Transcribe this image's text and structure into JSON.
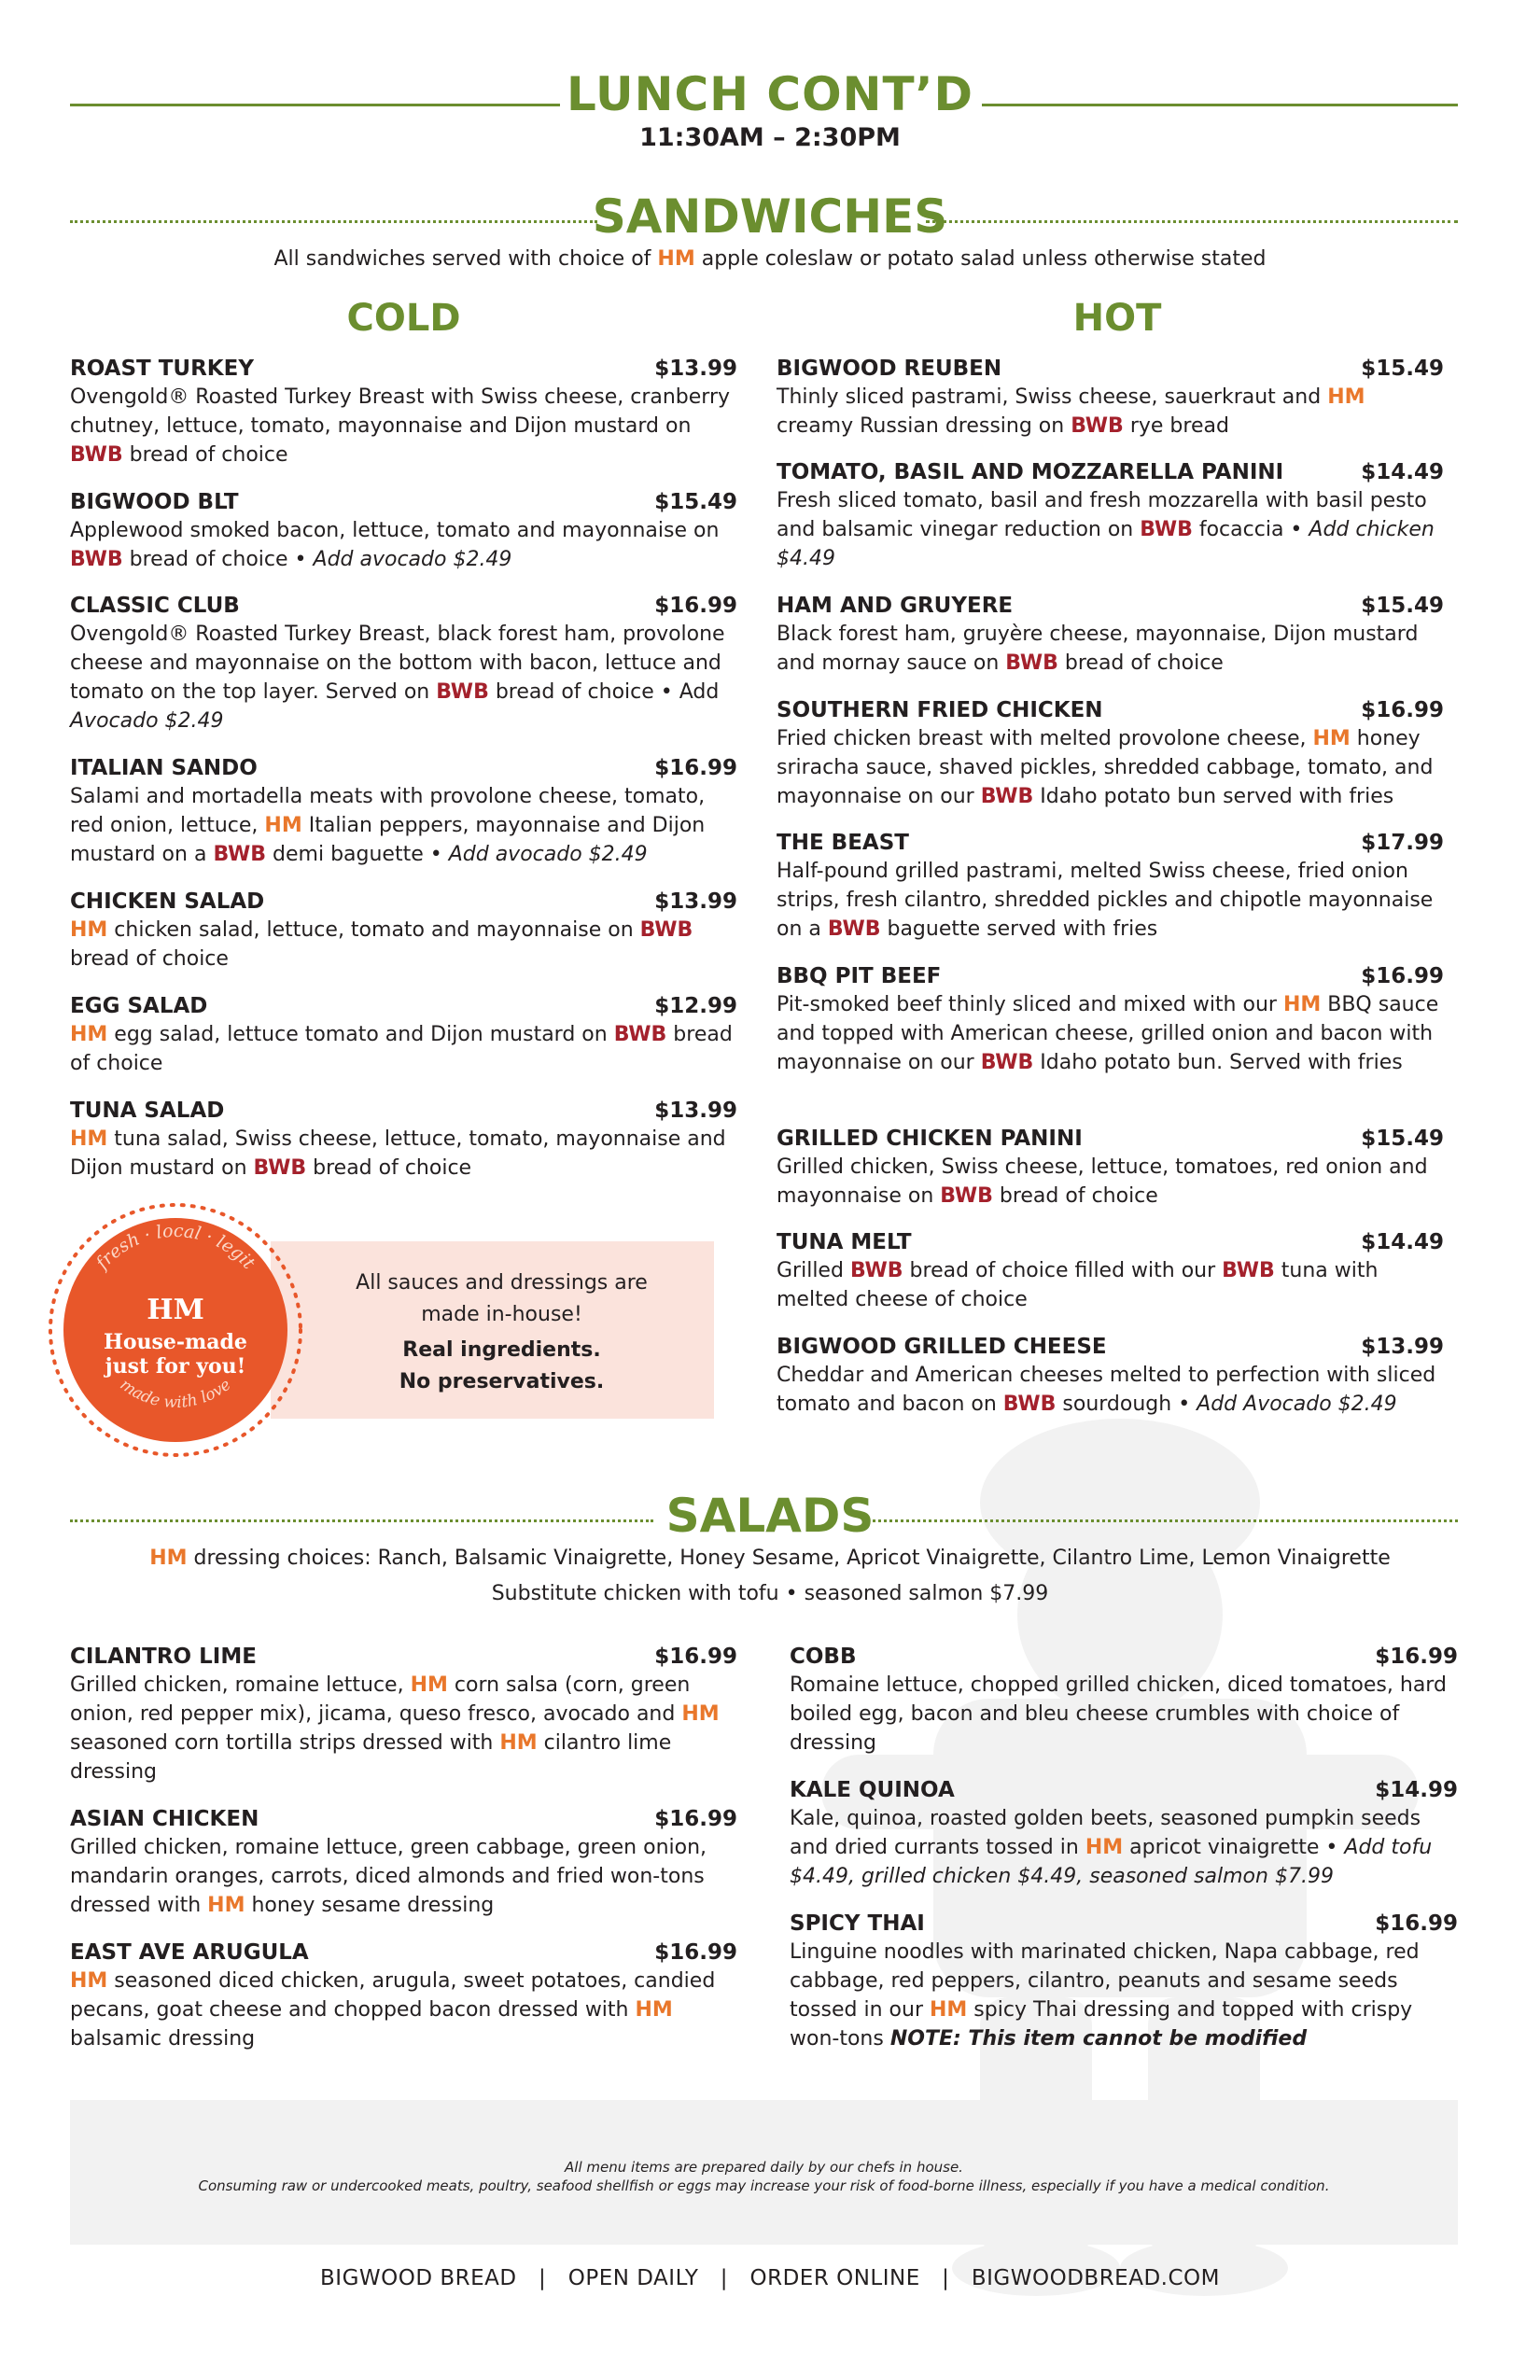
{
  "header": {
    "title": "LUNCH CONT’D",
    "hours": "11:30AM – 2:30PM"
  },
  "sandwiches": {
    "title": "SANDWICHES",
    "note_pre": "All sandwiches served with choice of ",
    "note_hm": "HM",
    "note_post": " apple coleslaw or potato salad unless otherwise stated",
    "cold_title": "COLD",
    "hot_title": "HOT"
  },
  "cold": [
    {
      "name": "ROAST TURKEY",
      "price": "$13.99"
    },
    {
      "name": "BIGWOOD BLT",
      "price": "$15.49"
    },
    {
      "name": "CLASSIC CLUB",
      "price": "$16.99"
    },
    {
      "name": "ITALIAN SANDO",
      "price": "$16.99"
    },
    {
      "name": "CHICKEN SALAD",
      "price": "$13.99"
    },
    {
      "name": "EGG SALAD",
      "price": "$12.99"
    },
    {
      "name": "TUNA SALAD",
      "price": "$13.99"
    }
  ],
  "hot": [
    {
      "name": "BIGWOOD REUBEN",
      "price": "$15.49"
    },
    {
      "name": "TOMATO, BASIL AND MOZZARELLA PANINI",
      "price": "$14.49"
    },
    {
      "name": "HAM AND GRUYERE",
      "price": "$15.49"
    },
    {
      "name": "SOUTHERN FRIED CHICKEN",
      "price": "$16.99"
    },
    {
      "name": "THE BEAST",
      "price": "$17.99"
    },
    {
      "name": "BBQ PIT BEEF",
      "price": "$16.99"
    },
    {
      "name": "GRILLED CHICKEN PANINI",
      "price": "$15.49"
    },
    {
      "name": "TUNA MELT",
      "price": "$14.49"
    },
    {
      "name": "BIGWOOD GRILLED CHEESE",
      "price": "$13.99"
    }
  ],
  "badge": {
    "arc_top": "fresh · local · legit",
    "arc_bottom": "made with love",
    "hm": "HM",
    "line1": "House-made",
    "line2": "just for you!",
    "text1": "All sauces and dressings are",
    "text2": "made in-house!",
    "text3": "Real ingredients.",
    "text4": "No preservatives."
  },
  "salads": {
    "title": "SALADS",
    "note1_hm": "HM",
    "note1": " dressing choices: Ranch, Balsamic Vinaigrette, Honey Sesame, Apricot Vinaigrette, Cilantro Lime, Lemon Vinaigrette",
    "note2": "Substitute chicken with tofu • seasoned salmon $7.99"
  },
  "salads_left": [
    {
      "name": "CILANTRO LIME",
      "price": "$16.99"
    },
    {
      "name": "ASIAN CHICKEN",
      "price": "$16.99"
    },
    {
      "name": "EAST AVE ARUGULA",
      "price": "$16.99"
    }
  ],
  "salads_right": [
    {
      "name": "COBB",
      "price": "$16.99"
    },
    {
      "name": "KALE QUINOA",
      "price": "$14.99"
    },
    {
      "name": "SPICY THAI",
      "price": "$16.99"
    }
  ],
  "footer": {
    "note1": "All menu items are prepared daily by our chefs in house.",
    "note2": "Consuming raw or undercooked meats, poultry, seafood shellfish or eggs may increase your risk of food-borne illness, especially if you have a medical condition.",
    "links": "BIGWOOD BREAD   |   OPEN DAILY   |   ORDER ONLINE   |   BIGWOODBREAD.COM"
  }
}
